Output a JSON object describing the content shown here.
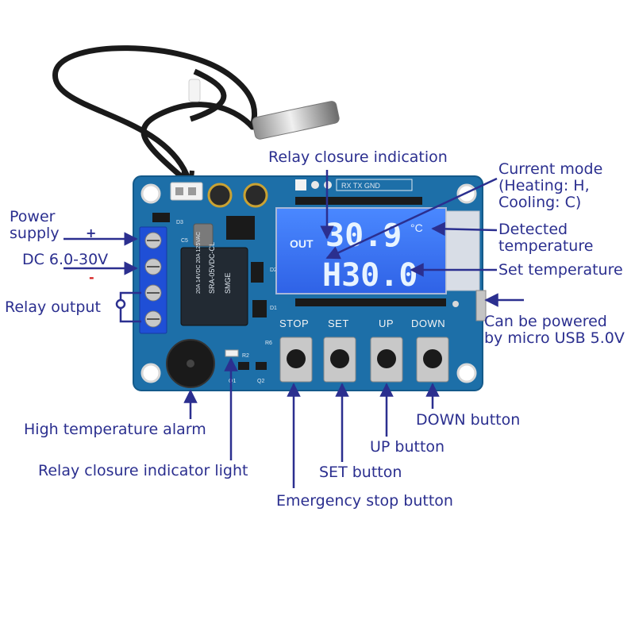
{
  "colors": {
    "label": "#2b2f8f",
    "arrow": "#2b2f8f",
    "pcb": "#1d6fa8",
    "lcd": "#3c78ff",
    "plus": "#2b2f8f",
    "minus": "#d62020"
  },
  "labels": {
    "power_supply_1": "Power",
    "power_supply_2": "supply",
    "plus_sign": "+",
    "voltage": "DC 6.0-30V",
    "minus_sign": "-",
    "relay_output": "Relay output",
    "relay_indication": "Relay closure indication",
    "current_mode_1": "Current mode",
    "current_mode_2": "(Heating: H,",
    "current_mode_3": "Cooling: C)",
    "detected_temp_1": "Detected",
    "detected_temp_2": "temperature",
    "set_temp": "Set temperature",
    "usb_1": "Can be powered",
    "usb_2": "by micro USB 5.0V",
    "alarm": "High temperature alarm",
    "indicator_light": "Relay closure indicator light",
    "set_button": "SET button",
    "emergency_button": "Emergency stop button",
    "up_button": "UP button",
    "down_button": "DOWN button"
  },
  "lcd": {
    "out": "OUT",
    "top_value": "30.9",
    "unit": "°C",
    "bottom_value": "H30.0"
  },
  "board_buttons": [
    "STOP",
    "SET",
    "UP",
    "DOWN"
  ],
  "silkscreen": {
    "header": "RX TX GND",
    "relay_model": "SRA-05VDC-CL",
    "relay_rating": "20A 14VDC 20A 125VAC",
    "relay_brand": "SMGE",
    "d1": "D1",
    "d2": "D2",
    "d3": "D3",
    "r2": "R2",
    "r6": "R6",
    "q1": "Q1",
    "q2": "Q2",
    "c5": "C5"
  }
}
